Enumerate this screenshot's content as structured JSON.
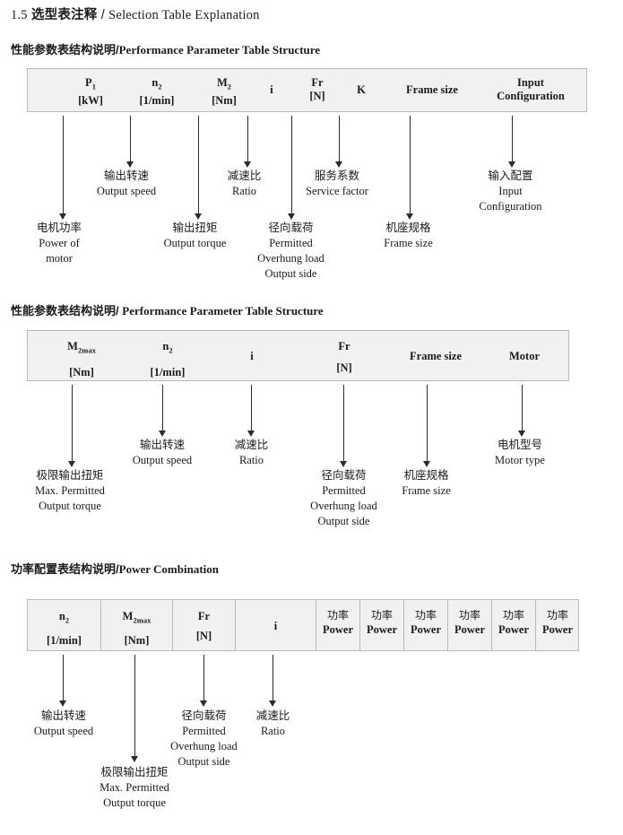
{
  "document": {
    "title_number": "1.5",
    "title_cn": "选型表注释",
    "title_sep": "/",
    "title_en": "Selection Table Explanation"
  },
  "sections": [
    {
      "heading_cn": "性能参数表结构说明",
      "heading_sep": "/",
      "heading_en": "Performance Parameter Table Structure",
      "table": {
        "columns": [
          {
            "line1": "P",
            "sub1": "1",
            "line2": "[kW]"
          },
          {
            "line1": "n",
            "sub1": "2",
            "line2": "[1/min]"
          },
          {
            "line1": "M",
            "sub1": "2",
            "line2": "[Nm]"
          },
          {
            "line1": "i",
            "sub1": "",
            "line2": ""
          },
          {
            "line1": "Fr",
            "sub1": "",
            "line2": "[N]"
          },
          {
            "line1": "K",
            "sub1": "",
            "line2": ""
          },
          {
            "line1": "Frame size",
            "sub1": "",
            "line2": ""
          },
          {
            "line1": "Input",
            "sub1": "",
            "line2": "Configuration"
          }
        ]
      },
      "annotations": [
        {
          "cn": "电机功率",
          "en1": "Power of",
          "en2": "motor",
          "en3": ""
        },
        {
          "cn": "输出转速",
          "en1": "Output speed",
          "en2": "",
          "en3": ""
        },
        {
          "cn": "输出扭矩",
          "en1": "Output torque",
          "en2": "",
          "en3": ""
        },
        {
          "cn": "减速比",
          "en1": "Ratio",
          "en2": "",
          "en3": ""
        },
        {
          "cn": "径向载荷",
          "en1": "Permitted",
          "en2": "Overhung load",
          "en3": "Output side"
        },
        {
          "cn": "服务系数",
          "en1": "Service factor",
          "en2": "",
          "en3": ""
        },
        {
          "cn": "机座规格",
          "en1": "Frame size",
          "en2": "",
          "en3": ""
        },
        {
          "cn": "输入配置",
          "en1": "Input",
          "en2": "Configuration",
          "en3": ""
        }
      ]
    },
    {
      "heading_cn": "性能参数表结构说明",
      "heading_sep": "/",
      "heading_en": "Performance Parameter Table Structure",
      "table": {
        "columns": [
          {
            "line1": "M",
            "sub1": "2max",
            "line2": "[Nm]"
          },
          {
            "line1": "n",
            "sub1": "2",
            "line2": "[1/min]"
          },
          {
            "line1": "i",
            "sub1": "",
            "line2": ""
          },
          {
            "line1": "Fr",
            "sub1": "",
            "line2": "[N]"
          },
          {
            "line1": "Frame size",
            "sub1": "",
            "line2": ""
          },
          {
            "line1": "Motor",
            "sub1": "",
            "line2": ""
          }
        ]
      },
      "annotations": [
        {
          "cn": "极限输出扭矩",
          "en1": "Max. Permitted",
          "en2": "Output  torque",
          "en3": ""
        },
        {
          "cn": "输出转速",
          "en1": "Output speed",
          "en2": "",
          "en3": ""
        },
        {
          "cn": "减速比",
          "en1": "Ratio",
          "en2": "",
          "en3": ""
        },
        {
          "cn": "径向载荷",
          "en1": "Permitted",
          "en2": "Overhung load",
          "en3": "Output side"
        },
        {
          "cn": "机座规格",
          "en1": "Frame size",
          "en2": "",
          "en3": ""
        },
        {
          "cn": "电机型号",
          "en1": "Motor type",
          "en2": "",
          "en3": ""
        }
      ]
    },
    {
      "heading_cn": "功率配置表结构说明",
      "heading_sep": "/",
      "heading_en": "Power Combination",
      "table": {
        "columns": [
          {
            "line1": "n",
            "sub1": "2",
            "line2": "[1/min]"
          },
          {
            "line1": "M",
            "sub1": "2max",
            "line2": "[Nm]"
          },
          {
            "line1": "Fr",
            "sub1": "",
            "line2": "[N]"
          },
          {
            "line1": "i",
            "sub1": "",
            "line2": ""
          },
          {
            "cn": "功率",
            "en": "Power"
          },
          {
            "cn": "功率",
            "en": "Power"
          },
          {
            "cn": "功率",
            "en": "Power"
          },
          {
            "cn": "功率",
            "en": "Power"
          },
          {
            "cn": "功率",
            "en": "Power"
          },
          {
            "cn": "功率",
            "en": "Power"
          }
        ]
      },
      "annotations": [
        {
          "cn": "输出转速",
          "en1": "Output speed",
          "en2": "",
          "en3": ""
        },
        {
          "cn": "极限输出扭矩",
          "en1": "Max. Permitted",
          "en2": "Output  torque",
          "en3": ""
        },
        {
          "cn": "径向载荷",
          "en1": "Permitted",
          "en2": "Overhung load",
          "en3": "Output side"
        },
        {
          "cn": "减速比",
          "en1": "Ratio",
          "en2": "",
          "en3": ""
        }
      ]
    }
  ],
  "colors": {
    "table_fill": "#f1f1f1",
    "table_border": "#b9b9b9",
    "arrow": "#2b2b2b",
    "text": "#1a1a1a"
  }
}
